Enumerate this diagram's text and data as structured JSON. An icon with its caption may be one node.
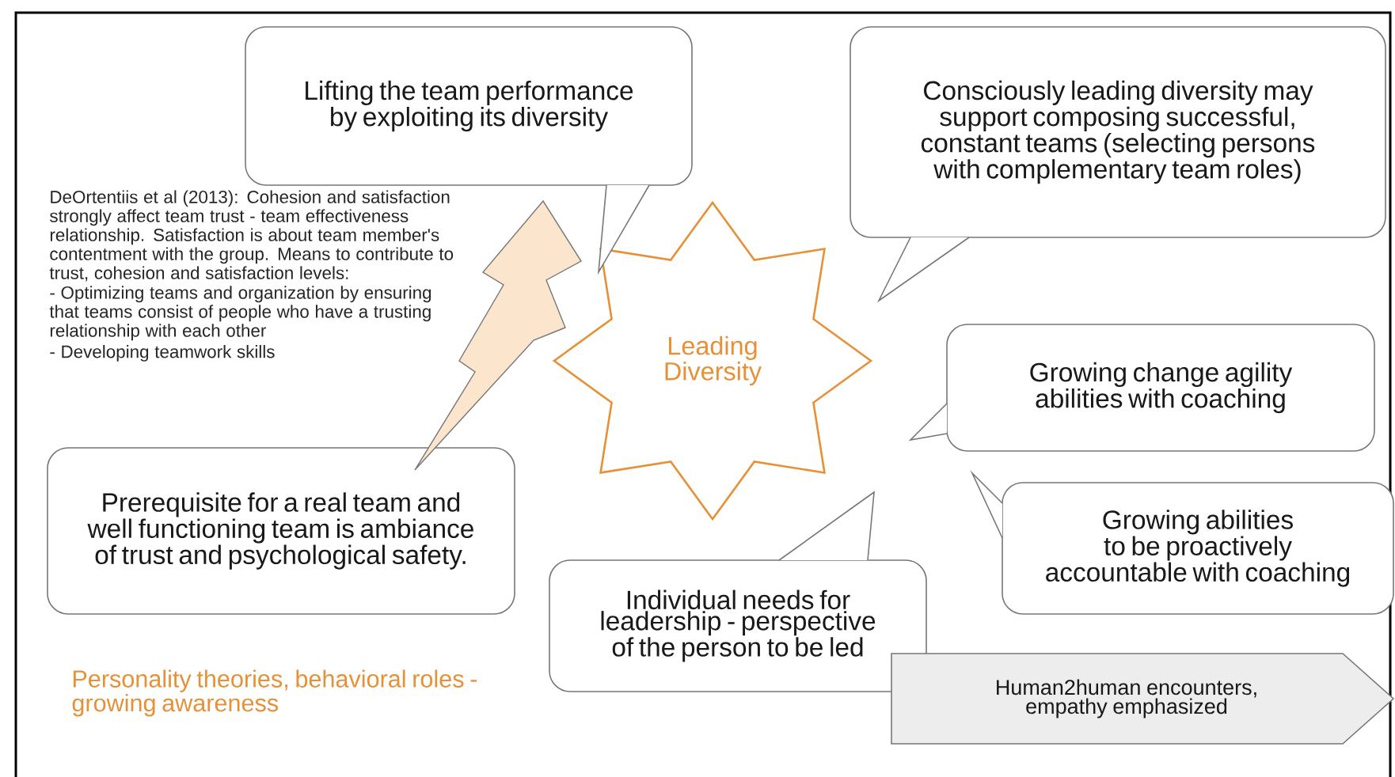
{
  "diagram": {
    "nodes": [
      {
        "text": [
          "Leading Diversity"
        ]
      },
      {
        "text": [
          "Lifting the team performance by exploiting its diversity"
        ]
      },
      {
        "text": [
          "Consciously leading diversity may support composing successful, constant teams (selecting persons with complementary team roles)"
        ]
      },
      {
        "text": [
          "Growing change agility abilities with coaching"
        ]
      },
      {
        "text": [
          "Growing abilities to be proactively accountable with coaching"
        ]
      },
      {
        "text": [
          "Prerequisite for a real team and well functioning team is ambiance of trust and psychological safety."
        ]
      },
      {
        "text": [
          "Individual needs for leadership - perspective of the person to be led"
        ]
      },
      {
        "text": [
          "Human2human encounters, empathy emphasized"
        ]
      },
      {
        "text": [],
        "shape": "lightning"
      }
    ],
    "labels": [
      "DeOrtentiis et al (2013):  Cohesion and satisfaction strongly affect team trust - team effectiveness relationship. Satisfaction is about team member's contentment with the group. Means to contribute to trust, cohesion and satisfaction levels:",
      "- Optimizing teams and organization by ensuring that teams consist of people who have a trusting relationship with each other",
      "- Developing teamwork skills",
      "Personality theories, behavioral roles - growing awareness"
    ]
  }
}
